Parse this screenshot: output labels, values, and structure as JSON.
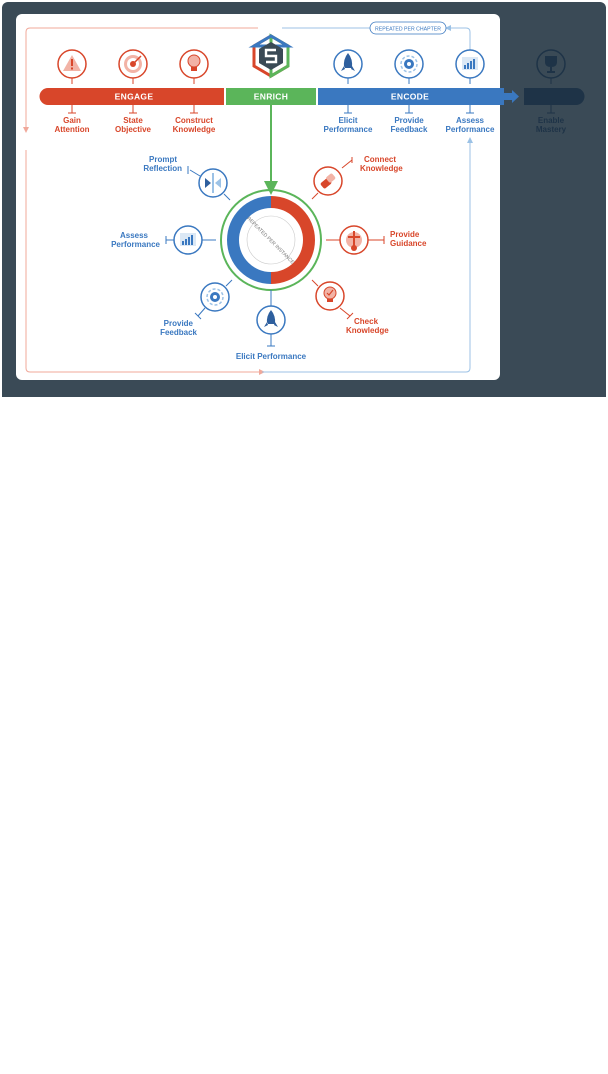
{
  "header": {
    "repeated_chapter": "REPEATED PER CHAPTER",
    "repeated_instance": "REPEATED PER INSTANCE"
  },
  "bands": {
    "engage": "ENGAGE",
    "enrich": "ENRICH",
    "encode": "ENCODE"
  },
  "top_steps": [
    {
      "icon": "warning-icon",
      "line1": "Gain",
      "line2": "Attention"
    },
    {
      "icon": "target-icon",
      "line1": "State",
      "line2": "Objective"
    },
    {
      "icon": "lightbulb-icon",
      "line1": "Construct",
      "line2": "Knowledge"
    },
    {
      "icon": "rocket-icon",
      "line1": "Elicit",
      "line2": "Performance"
    },
    {
      "icon": "gear-icon",
      "line1": "Provide",
      "line2": "Feedback"
    },
    {
      "icon": "bar-chart-icon",
      "line1": "Assess",
      "line2": "Performance"
    },
    {
      "icon": "trophy-icon",
      "line1": "Enable",
      "line2": "Mastery"
    }
  ],
  "cycle_steps": [
    {
      "icon": "connect-plug-icon",
      "line1": "Connect",
      "line2": "Knowledge"
    },
    {
      "icon": "signpost-guidance-icon",
      "line1": "Provide",
      "line2": "Guidance"
    },
    {
      "icon": "lightbulb-check-icon",
      "line1": "Check",
      "line2": "Knowledge"
    },
    {
      "icon": "rocket-icon",
      "line1": "Elicit Performance",
      "line2": ""
    },
    {
      "icon": "gear-icon",
      "line1": "Provide",
      "line2": "Feedback"
    },
    {
      "icon": "bar-chart-icon",
      "line1": "Assess",
      "line2": "Performance"
    },
    {
      "icon": "reflection-icon",
      "line1": "Prompt",
      "line2": "Reflection"
    }
  ],
  "colors": {
    "engage": "#d8462a",
    "enrich": "#5bb55a",
    "encode": "#3a78c0",
    "mastery": "#1e3347",
    "frame": "#3a4a56",
    "panel": "#ffffff",
    "loop_red": "#f0a89a",
    "loop_blue": "#9cc2e6"
  }
}
